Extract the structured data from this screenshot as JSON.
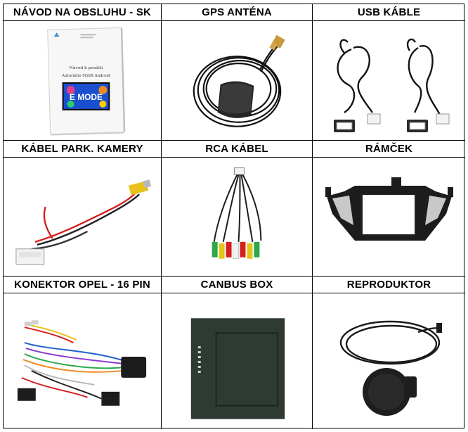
{
  "rows": [
    [
      "NÁVOD NA OBSLUHU - SK",
      "GPS ANTÉNA",
      "USB KÁBLE"
    ],
    [
      "KÁBEL PARK. KAMERY",
      "RCA KÁBEL",
      "RÁMČEK"
    ],
    [
      "KONEKTOR OPEL - 16 PIN",
      "CANBUS BOX",
      "REPRODUKTOR"
    ]
  ],
  "manual": {
    "line1": "Návod k použití",
    "line2": "Autorádio 9GSB Android",
    "logo": "E MODE"
  },
  "colors": {
    "border": "#000000",
    "cable": "#1a1a1a",
    "box": "#2f3a33",
    "screen": "#1a4fd0"
  }
}
